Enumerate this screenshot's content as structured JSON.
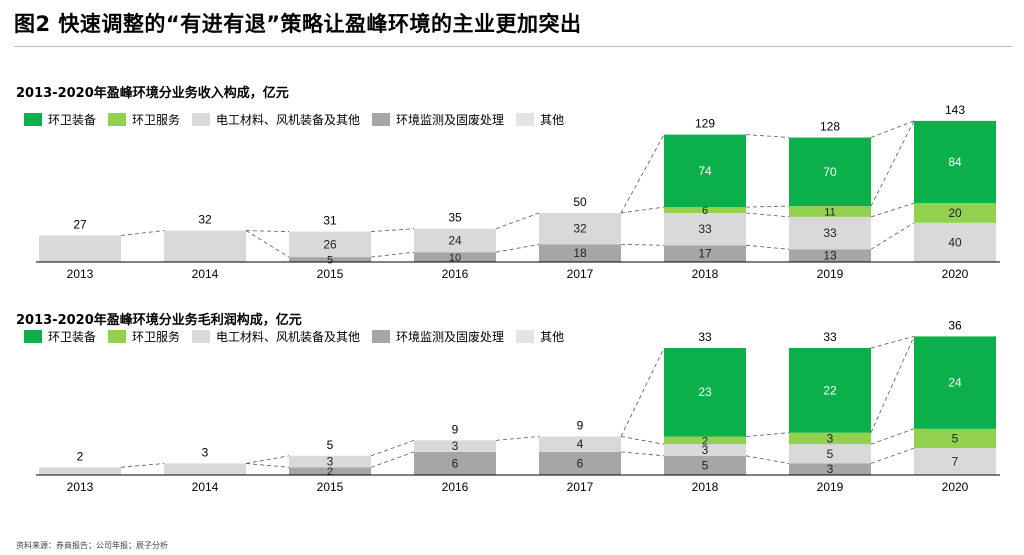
{
  "page": {
    "title": "图2 快速调整的“有进有退”策略让盈峰环境的主业更加突出",
    "source": "资料来源：券商报告；公司年报；辰子分析"
  },
  "colors": {
    "环卫装备": "#0bb04b",
    "环卫服务": "#92d050",
    "电工材料、风机装备及其他": "#d9d9d9",
    "环境监测及固废处理": "#a6a6a6",
    "其他": "#e3e3e3",
    "connector": "#595959",
    "axis": "#000000"
  },
  "chart_data": [
    {
      "type": "bar",
      "stacked": true,
      "title": "2013-2020年盈峰环境分业务收入构成，亿元",
      "categories": [
        "2013",
        "2014",
        "2015",
        "2016",
        "2017",
        "2018",
        "2019",
        "2020"
      ],
      "ylim": [
        0,
        143
      ],
      "legend": [
        "环卫装备",
        "环卫服务",
        "电工材料、风机装备及其他",
        "环境监测及固废处理",
        "其他"
      ],
      "legend_placement": "top-left",
      "grid": false,
      "totals": [
        "27",
        "32",
        "31",
        "35",
        "50",
        "129",
        "128",
        "143"
      ],
      "series": [
        {
          "name": "环境监测及固废处理",
          "values": [
            0,
            0,
            5,
            10,
            18,
            17,
            13,
            0
          ],
          "labels": [
            "",
            "",
            "5",
            "10",
            "18",
            "17",
            "13",
            ""
          ]
        },
        {
          "name": "电工材料、风机装备及其他",
          "values": [
            27,
            32,
            26,
            24,
            32,
            33,
            33,
            40
          ],
          "labels": [
            "",
            "",
            "26",
            "24",
            "32",
            "33",
            "33",
            "40"
          ]
        },
        {
          "name": "环卫服务",
          "values": [
            0,
            0,
            0,
            0,
            0,
            6,
            11,
            20
          ],
          "labels": [
            "",
            "",
            "",
            "",
            "",
            "6",
            "11",
            "20"
          ]
        },
        {
          "name": "环卫装备",
          "values": [
            0,
            0,
            0,
            0,
            0,
            74,
            70,
            84
          ],
          "labels": [
            "",
            "",
            "",
            "",
            "",
            "74",
            "70",
            "84"
          ]
        }
      ]
    },
    {
      "type": "bar",
      "stacked": true,
      "title": "2013-2020年盈峰环境分业务毛利润构成，亿元",
      "categories": [
        "2013",
        "2014",
        "2015",
        "2016",
        "2017",
        "2018",
        "2019",
        "2020"
      ],
      "ylim": [
        0,
        36
      ],
      "legend": [
        "环卫装备",
        "环卫服务",
        "电工材料、风机装备及其他",
        "环境监测及固废处理",
        "其他"
      ],
      "legend_placement": "top-left",
      "grid": false,
      "totals": [
        "2",
        "3",
        "5",
        "9",
        "9",
        "33",
        "33",
        "36"
      ],
      "series": [
        {
          "name": "环境监测及固废处理",
          "values": [
            0,
            0,
            2,
            6,
            6,
            5,
            3,
            0
          ],
          "labels": [
            "",
            "",
            "2",
            "6",
            "6",
            "5",
            "3",
            ""
          ]
        },
        {
          "name": "电工材料、风机装备及其他",
          "values": [
            2,
            3,
            3,
            3,
            4,
            3,
            5,
            7
          ],
          "labels": [
            "",
            "",
            "3",
            "3",
            "4",
            "3",
            "5",
            "7"
          ]
        },
        {
          "name": "环卫服务",
          "values": [
            0,
            0,
            0,
            0,
            0,
            2,
            3,
            5
          ],
          "labels": [
            "",
            "",
            "",
            "",
            "",
            "2",
            "3",
            "5"
          ]
        },
        {
          "name": "环卫装备",
          "values": [
            0,
            0,
            0,
            0,
            0,
            23,
            22,
            24
          ],
          "labels": [
            "",
            "",
            "",
            "",
            "",
            "23",
            "22",
            "24"
          ]
        }
      ]
    }
  ]
}
